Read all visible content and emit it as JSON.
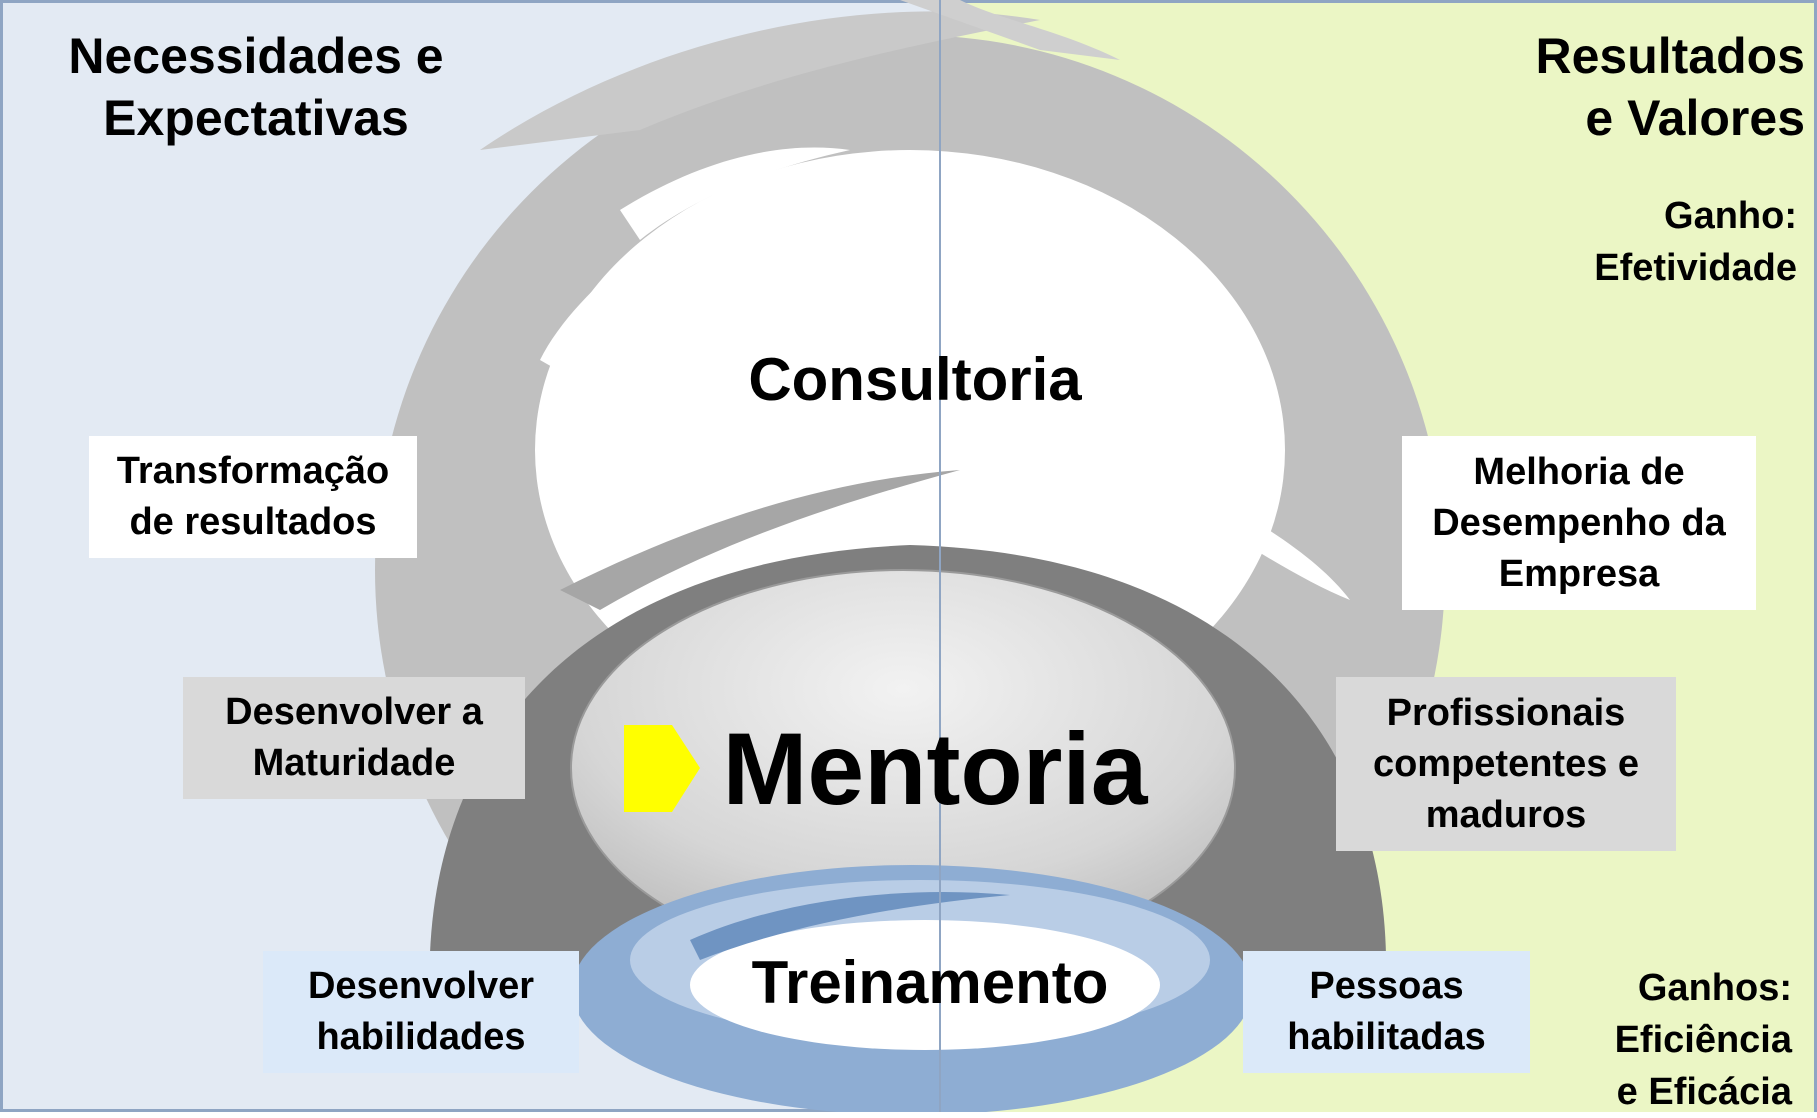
{
  "corners": {
    "left_title": [
      "Necessidades e",
      "Expectativas"
    ],
    "right_title": [
      "Resultados",
      "e Valores"
    ]
  },
  "gains": {
    "top": [
      "Ganho:",
      "Efetividade"
    ],
    "bottom": [
      "Ganhos:",
      "Eficiência",
      "e Eficácia"
    ]
  },
  "rings": {
    "outer": "Consultoria",
    "middle": "Mentoria",
    "inner": "Treinamento"
  },
  "left_boxes": {
    "transformacao": [
      "Transformação",
      "de resultados"
    ],
    "maturidade": [
      "Desenvolver a",
      "Maturidade"
    ],
    "habilidades": [
      "Desenvolver",
      "habilidades"
    ]
  },
  "right_boxes": {
    "melhoria": [
      "Melhoria de",
      "Desempenho da",
      "Empresa"
    ],
    "profissionais": [
      "Profissionais",
      "competentes e",
      "maduros"
    ],
    "pessoas": [
      "Pessoas",
      "habilitadas"
    ]
  },
  "colors": {
    "left_background": "#e3eaf3",
    "right_background": "#ebf6c5",
    "border": "#8fa5c3",
    "outer_ring": "#c0c0c0",
    "middle_ring": "#7f7f7f",
    "inner_ring": "#8eadd3",
    "accent_arrow": "#ffff00"
  }
}
